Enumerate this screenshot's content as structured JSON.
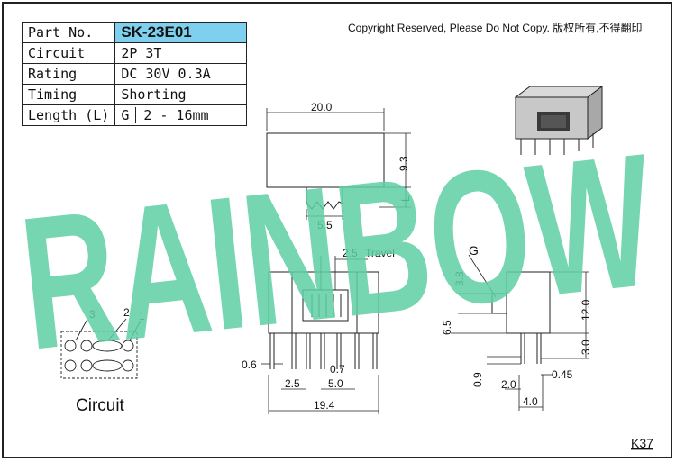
{
  "spec_table": {
    "part_no_label": "Part No.",
    "part_no_value": "SK-23E01",
    "rows": [
      {
        "label": "Circuit",
        "value": "2P 3T"
      },
      {
        "label": "Rating",
        "value": "DC 30V 0.3A"
      },
      {
        "label": "Timing",
        "value": "Shorting"
      }
    ],
    "length_label": "Length (L)",
    "length_prefix": "G",
    "length_value": "2 - 16mm"
  },
  "copyright": "Copyright Reserved, Please Do Not Copy. 版权所有,不得翻印",
  "watermark": "RAINBOW",
  "circuit_caption": "Circuit",
  "circuit_numbers": [
    "3",
    "2",
    "1"
  ],
  "top_view": {
    "width": "20.0",
    "height": "9.3",
    "length": "L",
    "pin_pitch": "5.5"
  },
  "front_view": {
    "travel_value": "2.5",
    "travel_label": "Travel",
    "pin_width": "0.6",
    "pin_pitch": "2.5",
    "inner_pitch": "5.0",
    "offset": "0.7",
    "overall_width": "19.4"
  },
  "side_view": {
    "g_label": "G",
    "actuator_h": "3.8",
    "body_h": "6.5",
    "total_h": "12.0",
    "pin_h": "3.0",
    "pin_t": "0.9",
    "pin_gap": "2.0",
    "pin_w": "0.45",
    "row_pitch": "4.0"
  },
  "drawing_code": "K37",
  "colors": {
    "watermark": "#5ecfa5",
    "part_no_bg": "#7fd0ef",
    "line": "#222222"
  }
}
